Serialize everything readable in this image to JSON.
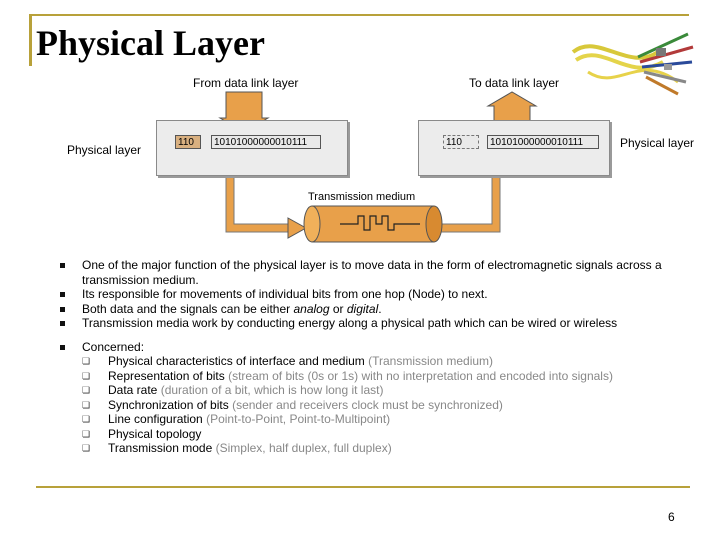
{
  "title": "Physical Layer",
  "diagram": {
    "from_label": "From data link layer",
    "to_label": "To data link layer",
    "left_layer": "Physical layer",
    "right_layer": "Physical layer",
    "left_header": "110",
    "left_bits": "10101000000010111",
    "right_header": "110",
    "right_bits": "10101000000010111",
    "medium": "Transmission medium"
  },
  "bullets": [
    "One of the major function of the physical layer is to move data in the form of electromagnetic signals across a transmission medium.",
    "Its responsible for movements of individual bits from one hop (Node) to next.",
    "Both data and the signals can be either analog or digital.",
    "Transmission media work by conducting energy along a physical path which can be wired or wireless"
  ],
  "concerned": {
    "label": "Concerned:",
    "items": [
      {
        "text": "Physical characteristics of interface and medium",
        "note": "(Transmission medium)"
      },
      {
        "text": "Representation of bits",
        "note": "(stream of bits (0s or 1s) with no interpretation and encoded into signals)"
      },
      {
        "text": "Data rate",
        "note": "(duration of a bit, which is how long it last)"
      },
      {
        "text": "Synchronization of bits",
        "note": "(sender and receivers clock must be synchronized)"
      },
      {
        "text": "Line configuration",
        "note": "(Point-to-Point, Point-to-Multipoint)"
      },
      {
        "text": "Physical topology",
        "note": ""
      },
      {
        "text": "Transmission mode",
        "note": "(Simplex, half duplex, full duplex)"
      }
    ]
  },
  "page_number": "6",
  "colors": {
    "frame": "#b8a13a",
    "header_seg": "#d9b080",
    "cylinder": "#e8a04a",
    "note_grey": "#888888"
  },
  "icons": {
    "bullet": "square-bullet-icon",
    "sub_bullet": "q-bullet-icon",
    "image": "fiber-cables-image"
  }
}
